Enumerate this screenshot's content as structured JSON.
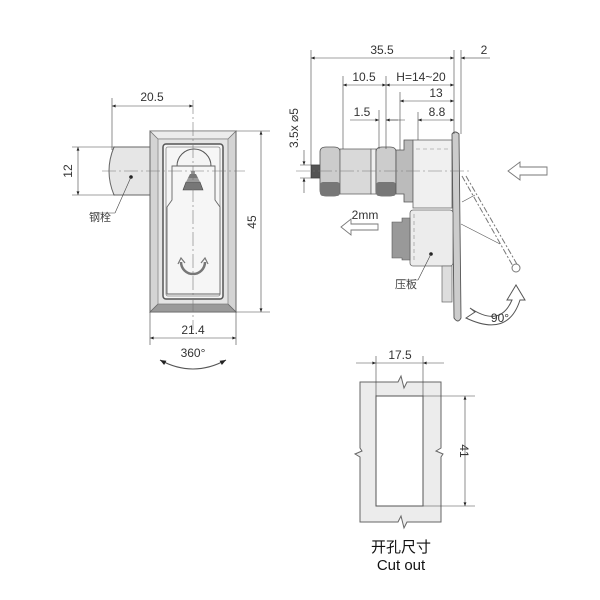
{
  "front_view": {
    "dim_offset": "20.5",
    "dim_bolt_height": "12",
    "dim_height": "45",
    "dim_width": "21.4",
    "rotation_label": "360°",
    "bolt_label_cn": "钢栓"
  },
  "side_view": {
    "dim_total_length": "35.5",
    "dim_flange": "2",
    "dim_10_5": "10.5",
    "dim_grip_range": "H=14~20",
    "dim_13": "13",
    "dim_1_5": "1.5",
    "dim_8_8": "8.8",
    "dim_thread": "3.5x ⌀5",
    "travel_label": "2mm",
    "pressure_plate_label_cn": "压板",
    "rotation_label": "90°"
  },
  "cutout": {
    "dim_width": "17.5",
    "dim_height": "41",
    "caption_cn": "开孔尺寸",
    "caption_en": "Cut out"
  },
  "colors": {
    "line": "#555555",
    "fill_light": "#eeeeee",
    "fill_mid": "#cfcfcf",
    "fill_dark": "#8a8a8a"
  }
}
